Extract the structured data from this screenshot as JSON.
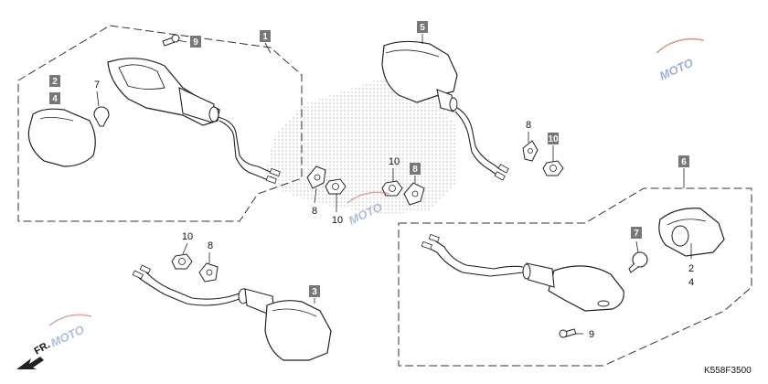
{
  "part_number_code": "K558F3500",
  "direction_label": "FR.",
  "watermark": {
    "text": "MOTO",
    "accent": "#c0392b",
    "blue": "#4a6fb5"
  },
  "callouts": {
    "c1": "1",
    "c2": "2",
    "c3": "3",
    "c4": "4",
    "c5": "5",
    "c6": "6",
    "c7a": "7",
    "c7b": "7",
    "c8a": "8",
    "c8b": "8",
    "c8c": "8",
    "c8d": "8",
    "c9a": "9",
    "c9b": "9",
    "c10a": "10",
    "c10b": "10",
    "c10c": "10",
    "c10d": "10",
    "c2b": "2",
    "c4b": "4"
  },
  "colors": {
    "box_fill": "#777777",
    "line": "#222222",
    "dots": "#9a9a9a"
  }
}
